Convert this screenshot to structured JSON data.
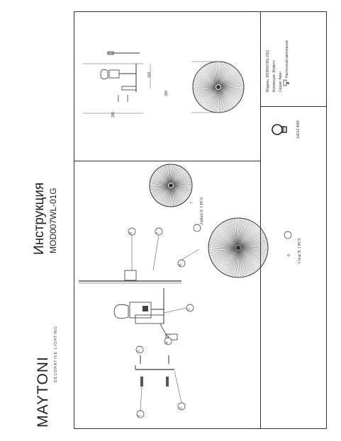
{
  "header": {
    "brand": "MAYTONI",
    "brand_sub": "DECORATIVE LIGHTING",
    "title": "Инструкция",
    "model": "MOD007WL-01G"
  },
  "info": {
    "model_line": "Модель: MOD007WL-01G",
    "collection_line": "Коллекция: Modern",
    "series_line": "Серия: Aster",
    "type_line": "Настенный светильник",
    "bulb_spec": "1xE14 40W"
  },
  "dimensions": {
    "width_top": "280",
    "height_top": "103",
    "diameter": "280"
  },
  "parts": {
    "labels": [
      "1",
      "2",
      "3",
      "4",
      "5",
      "6",
      "7",
      "8"
    ],
    "clear_note": "Clear:X 1 PCS",
    "amber_note": "Amber:X 1 PCS"
  }
}
